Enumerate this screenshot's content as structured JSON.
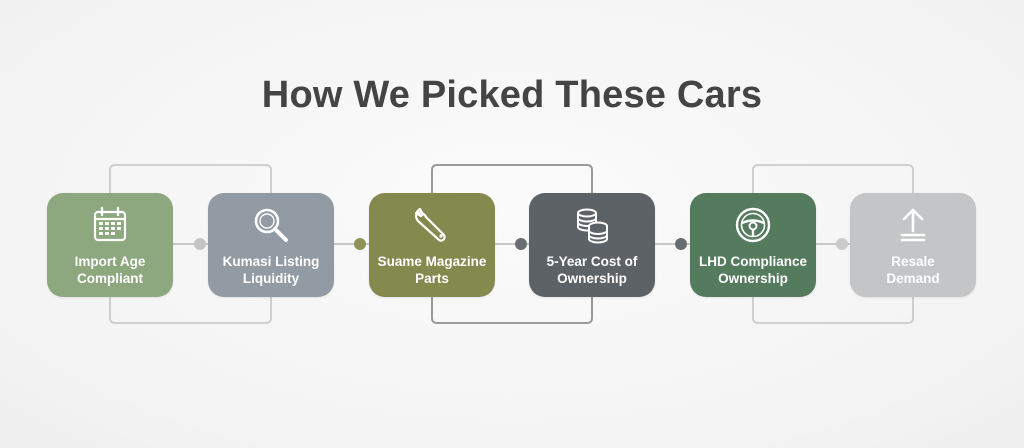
{
  "title": "How We Picked These Cars",
  "steps": [
    {
      "label": "Import Age\nCompliant",
      "icon": "calendar-icon",
      "color": "#8da77e"
    },
    {
      "label": "Kumasi Listing\nLiquidity",
      "icon": "magnifying-glass-icon",
      "color": "#929aa3"
    },
    {
      "label": "Suame Magazine\nParts",
      "icon": "wrench-icon",
      "color": "#84894e"
    },
    {
      "label": "5-Year Cost of\nOwnership",
      "icon": "coin-stack-icon",
      "color": "#5d6266"
    },
    {
      "label": "LHD Compliance\nOwnership",
      "icon": "steering-wheel-icon",
      "color": "#557b5e"
    },
    {
      "label": "Resale\nDemand",
      "icon": "upload-arrow-icon",
      "color": "#c3c5c6"
    }
  ],
  "colors": {
    "connector": "#c8c8c8",
    "bracket_light": "#cfcfcf",
    "bracket_dark": "#9a9a9a"
  }
}
